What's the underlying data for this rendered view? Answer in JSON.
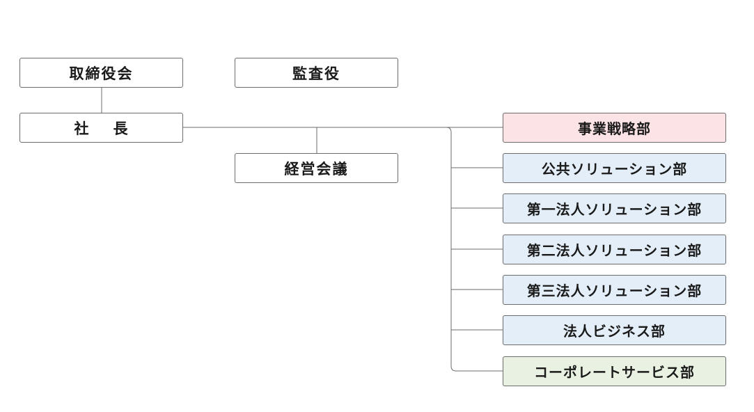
{
  "colors": {
    "line": "#6b6b6b",
    "border": "#6b6b6b",
    "text": "#1a1a1a",
    "strategy_fill": "#fbe3e6",
    "solution_fill": "#e3eef8",
    "corporate_fill": "#e9f2e2",
    "plain_fill": "#ffffff"
  },
  "governance": {
    "board": "取締役会",
    "auditor": "監査役",
    "president_a": "社",
    "president_b": "長",
    "management_meeting": "経営会議"
  },
  "departments": [
    {
      "label": "事業戦略部",
      "fill": "strategy_fill"
    },
    {
      "label": "公共ソリューション部",
      "fill": "solution_fill"
    },
    {
      "label": "第一法人ソリューション部",
      "fill": "solution_fill"
    },
    {
      "label": "第二法人ソリューション部",
      "fill": "solution_fill"
    },
    {
      "label": "第三法人ソリューション部",
      "fill": "solution_fill"
    },
    {
      "label": "法人ビジネス部",
      "fill": "solution_fill"
    },
    {
      "label": "コーポレートサービス部",
      "fill": "corporate_fill"
    }
  ]
}
